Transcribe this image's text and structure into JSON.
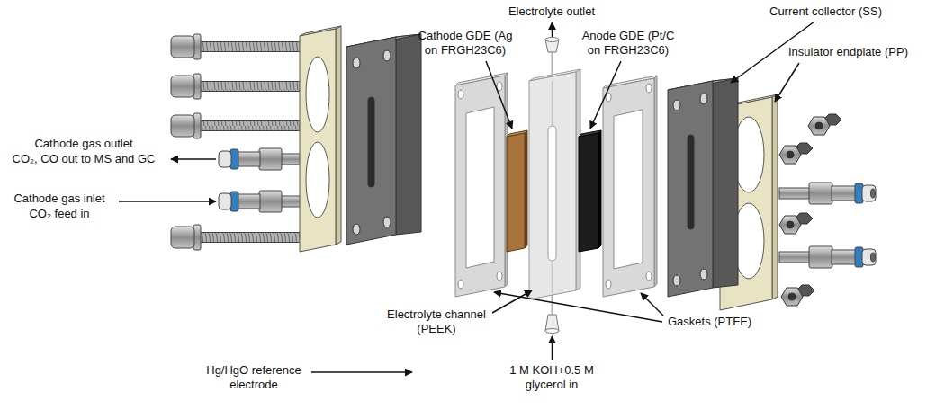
{
  "diagram": {
    "labels": [
      "Electrolyte outlet",
      "Current collector (SS)",
      "Cathode GDE (Ag on FRGH23C6)",
      "Anode GDE (Pt/C on FRGH23C6)",
      "Insulator endplate (PP)",
      "Cathode gas outlet",
      "CO₂, CO out to MS and GC",
      "Cathode gas inlet",
      "CO₂ feed in",
      "Electrolyte channel (PEEK)",
      "Gaskets (PTFE)",
      "Hg/HgO reference electrode",
      "1 M KOH+0.5 M glycerol in"
    ]
  }
}
